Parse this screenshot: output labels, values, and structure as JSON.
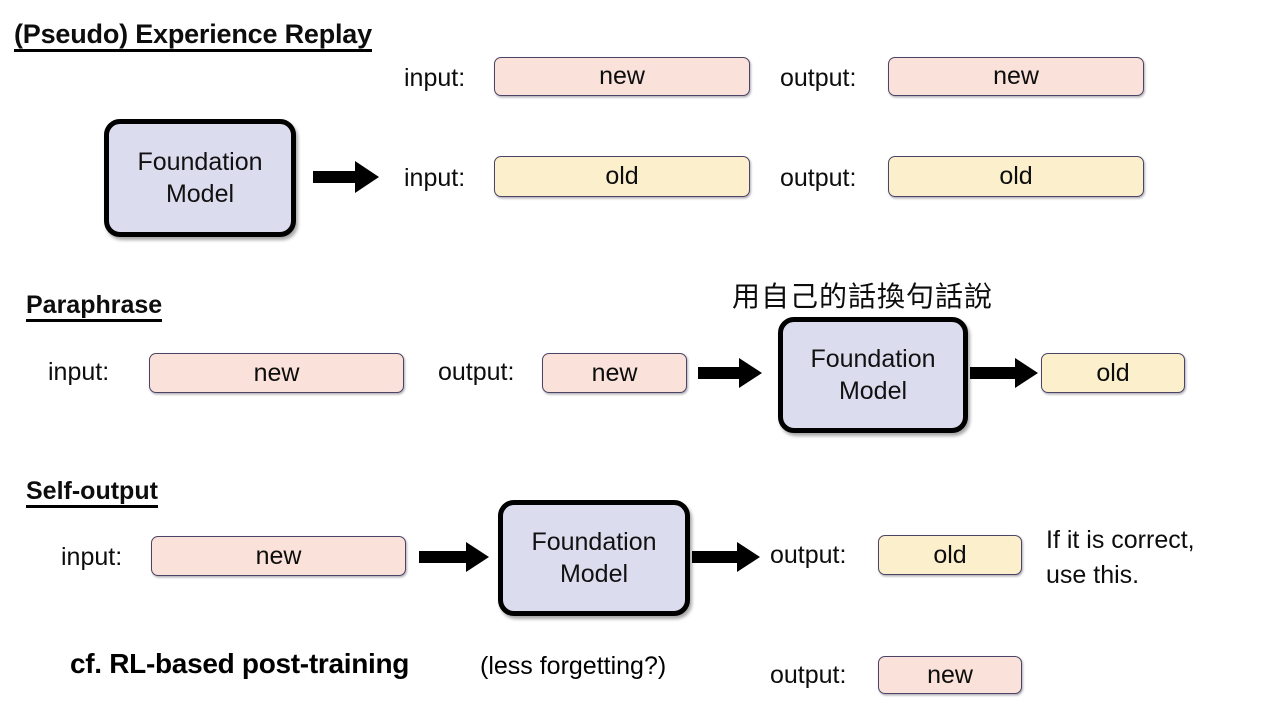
{
  "slide": {
    "sections": [
      {
        "id": "pseudo-experience-replay",
        "title": "(Pseudo) Experience Replay",
        "model_label_line1": "Foundation",
        "model_label_line2": "Model",
        "rows": [
          {
            "input_label": "input:",
            "input_value": "new",
            "output_label": "output:",
            "output_value": "new",
            "kind": "new"
          },
          {
            "input_label": "input:",
            "input_value": "old",
            "output_label": "output:",
            "output_value": "old",
            "kind": "old"
          }
        ]
      },
      {
        "id": "paraphrase",
        "title": "Paraphrase",
        "annotation_cjk": "用自己的話換句話說",
        "input_label": "input:",
        "input_value": "new",
        "output_label": "output:",
        "output_value": "new",
        "model_label_line1": "Foundation",
        "model_label_line2": "Model",
        "result_value": "old"
      },
      {
        "id": "self-output",
        "title": "Self-output",
        "input_label": "input:",
        "input_value": "new",
        "model_label_line1": "Foundation",
        "model_label_line2": "Model",
        "output_label": "output:",
        "output_value": "old",
        "note_line1": "If it is correct,",
        "note_line2": "use this."
      }
    ],
    "footer": {
      "bold_text": "cf. RL-based post-training",
      "paren_text": "(less forgetting?)",
      "output_label": "output:",
      "output_value": "new"
    },
    "colors": {
      "new_fill": "#FAE2DA",
      "old_fill": "#FCEFCB",
      "model_fill": "#DCDCEF",
      "pill_border": "#4B4466",
      "model_border": "#000000",
      "text": "#0D0D0D",
      "background": "#FFFFFF"
    },
    "icons": {
      "arrow": "right-arrow-icon"
    }
  }
}
